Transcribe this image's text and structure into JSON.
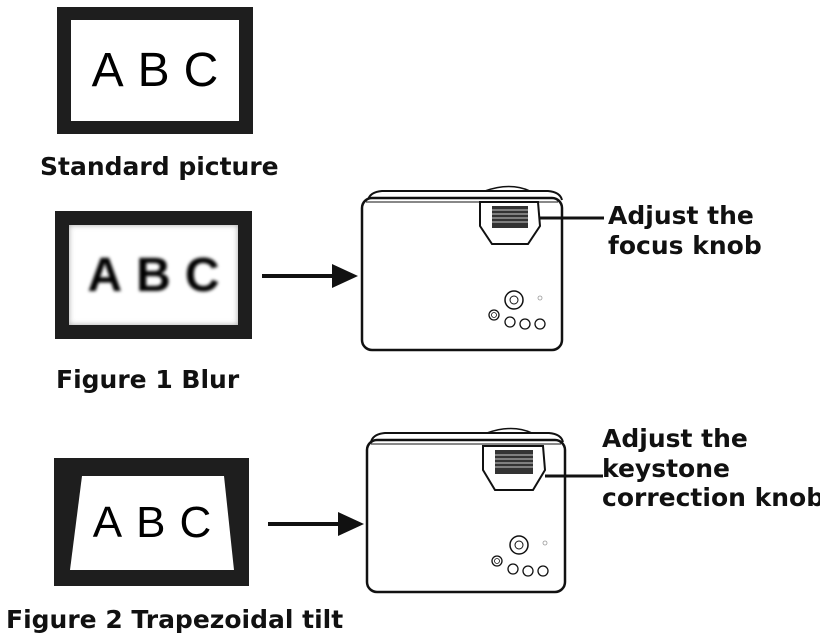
{
  "panels": [
    {
      "id": "standard",
      "screen_text": "ABC",
      "caption": "Standard picture"
    },
    {
      "id": "blur",
      "screen_text": "ABC",
      "caption": "Figure 1 Blur"
    },
    {
      "id": "tilt",
      "screen_text": "ABC",
      "caption": "Figure 2 Trapezoidal tilt"
    }
  ],
  "callouts": {
    "focus": {
      "lines": [
        "Adjust the",
        "focus knob"
      ]
    },
    "keystone": {
      "lines": [
        "Adjust the",
        "keystone",
        "correction knob"
      ]
    }
  },
  "colors": {
    "frame": "#1e1e1e",
    "ink": "#111111",
    "screen": "#ffffff"
  }
}
